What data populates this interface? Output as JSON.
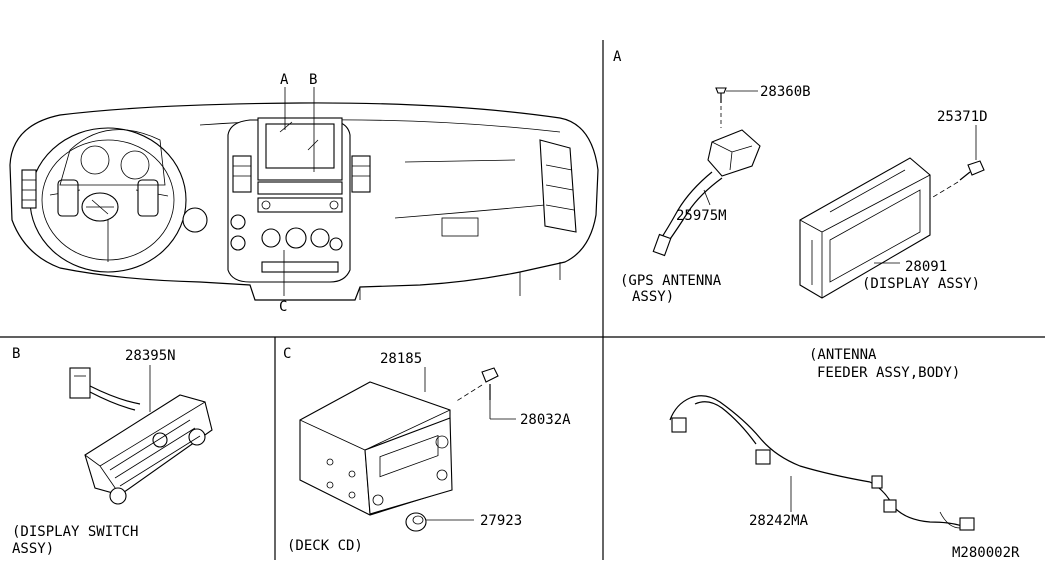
{
  "section_labels": {
    "a": "A",
    "b": "B",
    "c": "C"
  },
  "dashboard_callouts": {
    "a": "A",
    "b": "B",
    "c": "C"
  },
  "part_numbers": {
    "p28360b": "28360B",
    "p25371d": "25371D",
    "p25975m": "25975M",
    "p28091": "28091",
    "p28395n": "28395N",
    "p28185": "28185",
    "p28032a": "28032A",
    "p27923": "27923",
    "p28242ma": "28242MA"
  },
  "captions": {
    "gps_line1": "(GPS ANTENNA",
    "gps_line2": "ASSY)",
    "display_assy": "(DISPLAY ASSY)",
    "display_switch_line1": "(DISPLAY SWITCH",
    "display_switch_line2": "ASSY)",
    "deck_cd": "(DECK CD)",
    "antenna_feeder_line1": "(ANTENNA",
    "antenna_feeder_line2": "FEEDER ASSY,BODY)"
  },
  "drawing_number": "M280002R"
}
